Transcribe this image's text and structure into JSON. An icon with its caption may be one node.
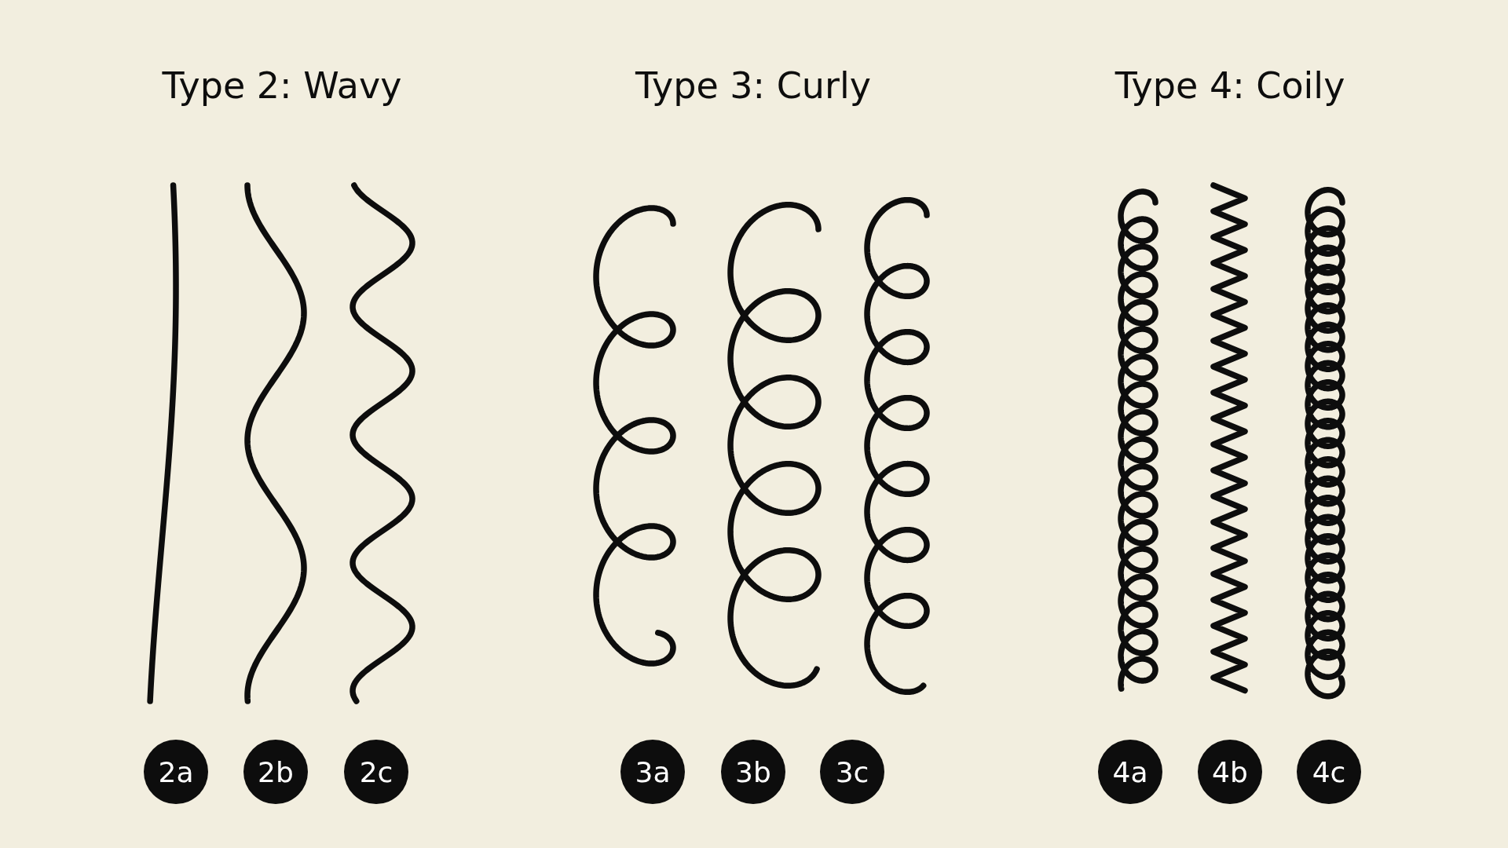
{
  "diagram": {
    "nodes": [
      {
        "text": [
          "2a"
        ]
      },
      {
        "text": [
          "2b"
        ]
      },
      {
        "text": [
          "2c"
        ]
      },
      {
        "text": [
          "3a"
        ]
      },
      {
        "text": [
          "3b"
        ]
      },
      {
        "text": [
          "3c"
        ]
      },
      {
        "text": [
          "4a"
        ]
      },
      {
        "text": [
          "4b"
        ]
      },
      {
        "text": [
          "4c"
        ]
      }
    ],
    "labels": [
      "Type 2: Wavy",
      "Type 3: Curly",
      "Type 4: Coily"
    ]
  }
}
